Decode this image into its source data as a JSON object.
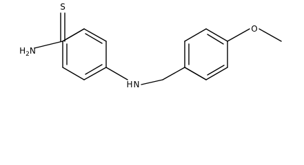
{
  "colors": {
    "bond": "#000000",
    "background": "#ffffff"
  },
  "atoms": {
    "sulfur": "S",
    "amine": "H2N",
    "amine_base": "H",
    "amine_sub": "2",
    "amine_tail": "N",
    "nh": "NH",
    "nh_n": "N",
    "nh_h": "H",
    "oxygen": "O"
  }
}
